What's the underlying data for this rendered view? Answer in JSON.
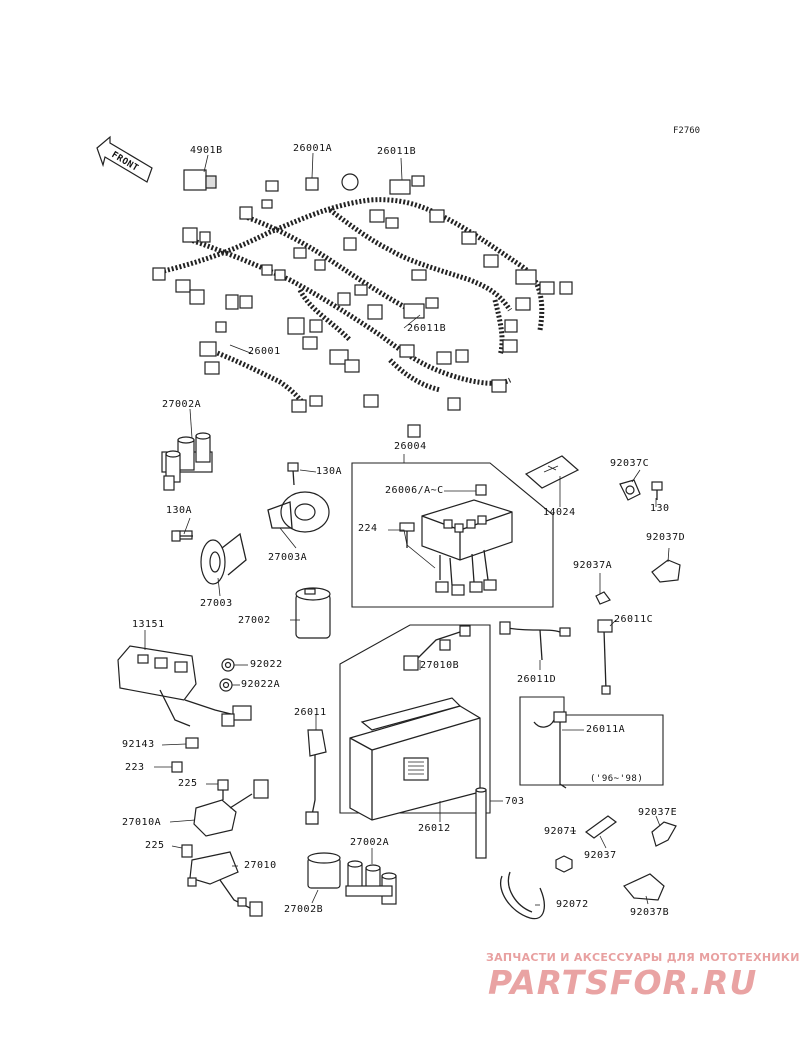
{
  "figure_ref": "F2760",
  "front_arrow": "FRONT",
  "parts": {
    "p4901B": "4901B",
    "p26001A": "26001A",
    "p26011B_top": "26011B",
    "p26011B_mid": "26011B",
    "p26001": "26001",
    "p27002A_top": "27002A",
    "p26004": "26004",
    "p130A_right": "130A",
    "p92037C": "92037C",
    "p26006": "26006/A~C",
    "p14024": "14024",
    "p130": "130",
    "p130A_left": "130A",
    "p224": "224",
    "p27003A": "27003A",
    "p92037D": "92037D",
    "p27003": "27003",
    "p92037A": "92037A",
    "p27002": "27002",
    "p13151": "13151",
    "p26011C": "26011C",
    "p92022": "92022",
    "p27010B": "27010B",
    "p92022A": "92022A",
    "p26011D": "26011D",
    "p26011": "26011",
    "p26011A": "26011A",
    "p92143": "92143",
    "years": "('96~'98)",
    "p223": "223",
    "p225_top": "225",
    "p703": "703",
    "p27010A": "27010A",
    "p26012": "26012",
    "p92037E": "92037E",
    "p92071": "92071",
    "p225_bot": "225",
    "p27002A_bot": "27002A",
    "p92037": "92037",
    "p27010": "27010",
    "p92072": "92072",
    "p27002B": "27002B",
    "p92037B": "92037B"
  },
  "watermark": {
    "line1": "ЗАПЧАСТИ И АКСЕССУАРЫ ДЛЯ МОТОТЕХНИКИ",
    "line2": "PARTSFOR.RU"
  }
}
